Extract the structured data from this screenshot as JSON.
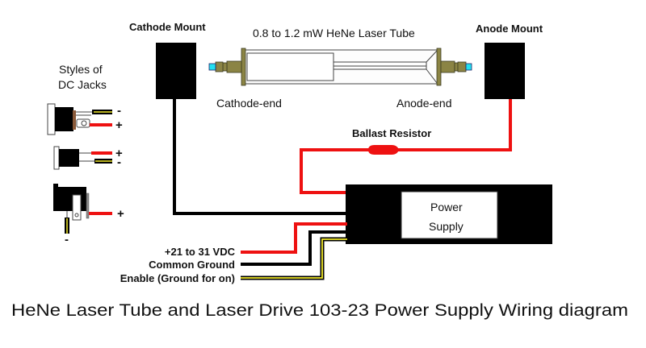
{
  "title": "HeNe Laser Tube and Laser Drive 103-23 Power Supply Wiring diagram",
  "colors": {
    "wire_positive": "#ee1111",
    "wire_ground": "#000000",
    "wire_enable": "#f2ea2a",
    "tube_fitting": "#8b8444",
    "tube_window": "#22e0f0",
    "mount": "#000000"
  },
  "labels": {
    "cathode_mount": "Cathode Mount",
    "anode_mount": "Anode Mount",
    "laser_tube": "0.8 to 1.2 mW HeNe Laser Tube",
    "cathode_end": "Cathode-end",
    "anode_end": "Anode-end",
    "ballast_resistor": "Ballast Resistor",
    "power_supply_line1": "Power",
    "power_supply_line2": "Supply"
  },
  "inputs": [
    {
      "label": "+21 to 31 VDC",
      "wire": "positive"
    },
    {
      "label": "Common Ground",
      "wire": "ground"
    },
    {
      "label": "Enable (Ground for on)",
      "wire": "enable"
    }
  ],
  "dc_jacks": {
    "heading_line1": "Styles of",
    "heading_line2": "DC Jacks",
    "styles": [
      {
        "pins": [
          {
            "polarity": "-",
            "wire": "ground"
          },
          {
            "polarity": "+",
            "wire": "positive"
          }
        ]
      },
      {
        "pins": [
          {
            "polarity": "+",
            "wire": "positive"
          },
          {
            "polarity": "-",
            "wire": "ground"
          }
        ]
      },
      {
        "pins": [
          {
            "polarity": "+",
            "wire": "positive"
          },
          {
            "polarity": "-",
            "wire": "ground"
          }
        ]
      }
    ]
  }
}
